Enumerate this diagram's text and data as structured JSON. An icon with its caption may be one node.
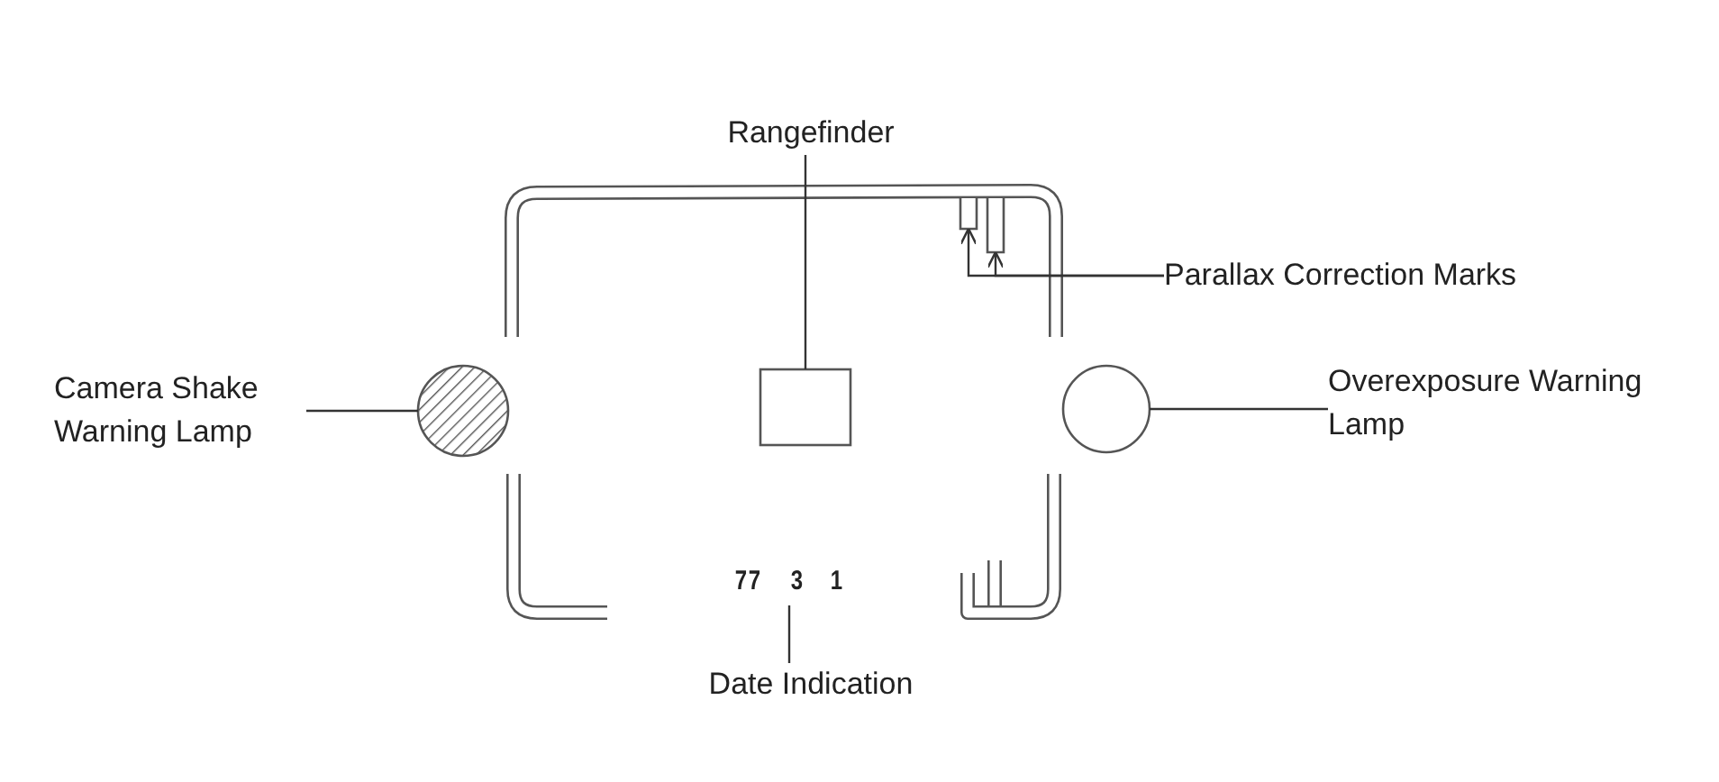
{
  "diagram": {
    "nodes": [
      {
        "text": [
          "Rangefinder"
        ]
      },
      {
        "text": [],
        "shape": "box"
      },
      {
        "text": [
          "Parallax Correction Marks"
        ]
      },
      {
        "text": [],
        "shape": "bar"
      },
      {
        "text": [],
        "shape": "bar"
      },
      {
        "text": [
          "Camera Shake Warning Lamp"
        ]
      },
      {
        "text": [],
        "shape": "circle"
      },
      {
        "text": [
          "Overexposure Warning Lamp"
        ]
      },
      {
        "text": [],
        "shape": "circle"
      },
      {
        "text": [
          "77",
          "3",
          "1"
        ]
      },
      {
        "text": [
          "Date Indication"
        ]
      }
    ],
    "edges": [
      {
        "from": 0,
        "to": 1,
        "arrow": "none"
      },
      {
        "from": 2,
        "to": 3,
        "arrow": "to"
      },
      {
        "from": 2,
        "to": 4,
        "arrow": "to"
      },
      {
        "from": 5,
        "to": 6,
        "arrow": "none"
      },
      {
        "from": 7,
        "to": 8,
        "arrow": "none"
      },
      {
        "from": 10,
        "to": 9,
        "arrow": "none"
      }
    ]
  }
}
